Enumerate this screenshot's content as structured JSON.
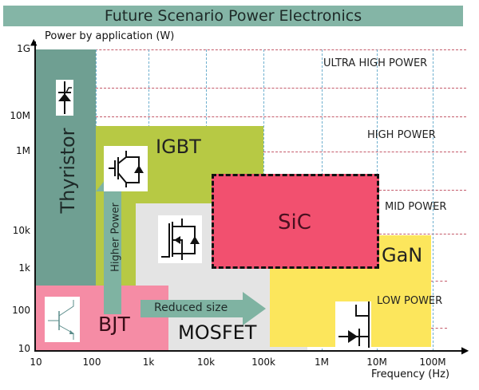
{
  "title": "Future Scenario Power Electronics",
  "y_axis": {
    "label": "Power by application (W)",
    "ticks": [
      "1G",
      "10M",
      "1M",
      "10k",
      "1k",
      "100",
      "10"
    ]
  },
  "x_axis": {
    "label": "Frequency (Hz)",
    "ticks": [
      "10",
      "100",
      "1k",
      "10k",
      "100k",
      "1M",
      "10M",
      "100M"
    ]
  },
  "power_levels": [
    "ULTRA HIGH POWER",
    "HIGH POWER",
    "MID POWER",
    "LOW POWER"
  ],
  "devices": {
    "thyristor": "Thyristor",
    "igbt": "IGBT",
    "mosfet": "MOSFET",
    "sic": "SiC",
    "gan": "GaN",
    "bjt": "BJT"
  },
  "arrows": {
    "higher_power": "Higher Power",
    "reduced_size": "Reduced size"
  },
  "colors": {
    "title": "#84b5a6",
    "thyristor": "#6f9f92",
    "igbt": "#b7c944",
    "mosfet": "#e4e4e4",
    "sic": "#f2506f",
    "gan": "#fce65c",
    "bjt": "#f58ca5",
    "arrow": "#7fb3a2"
  }
}
